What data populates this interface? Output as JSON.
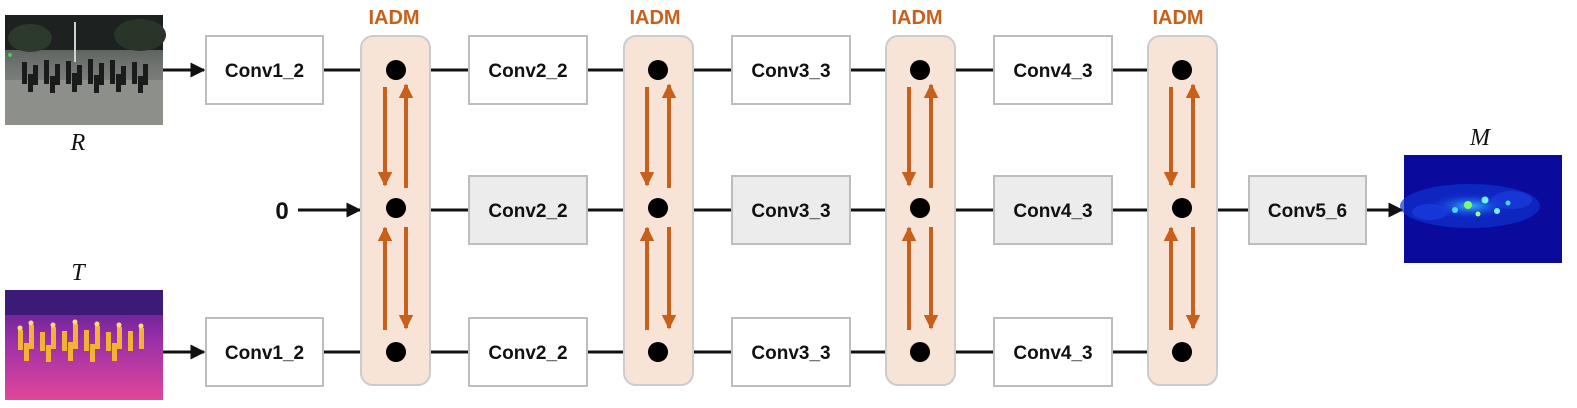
{
  "colors": {
    "accent": "#c8601c",
    "iadm_fill": "#f7e4d7",
    "iadm_stroke": "#cccccc",
    "box_white": "#ffffff",
    "box_gray": "#ececec",
    "box_stroke": "#bdbdbd",
    "line": "#111111"
  },
  "iadm_label": "IADM",
  "inputs": {
    "rgb_label": "R",
    "thermal_label": "T",
    "zero_label": "0"
  },
  "output": {
    "label": "M",
    "block": "Conv5_6"
  },
  "rows": {
    "rgb": [
      "Conv1_2",
      "Conv2_2",
      "Conv3_3",
      "Conv4_3"
    ],
    "shared": [
      "Conv2_2",
      "Conv3_3",
      "Conv4_3"
    ],
    "thermal": [
      "Conv1_2",
      "Conv2_2",
      "Conv3_3",
      "Conv4_3"
    ]
  }
}
